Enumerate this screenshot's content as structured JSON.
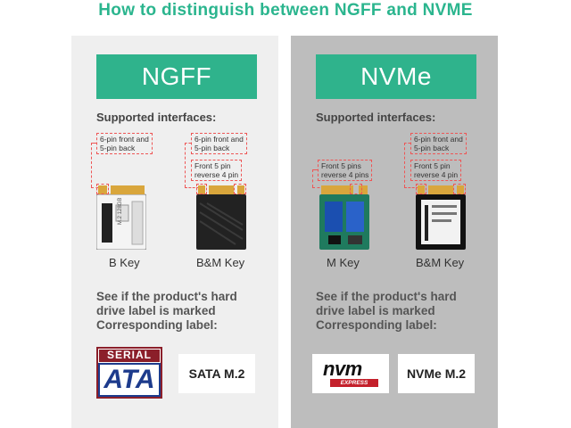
{
  "title": "How to distinguish between NGFF and NVME",
  "left": {
    "header": "NGFF",
    "supported": "Supported interfaces:",
    "note_b": "6-pin front and\n5-pin back",
    "note_bm_top": "6-pin front and\n5-pin back",
    "note_bm_bottom": "Front 5 pin\nreverse 4 pin",
    "key1": "B Key",
    "key2": "B&M Key",
    "card1_text": "M.2 128GB",
    "description": "See if the product's hard drive label is marked Corresponding label:",
    "logo1_top": "SERIAL",
    "logo1_bottom": "ATA",
    "logo2": "SATA M.2"
  },
  "right": {
    "header": "NVMe",
    "supported": "Supported interfaces:",
    "note_m": "Front 5 pins\nreverse 4 pins",
    "note_bm_top": "6-pin front and\n5-pin back",
    "note_bm_bottom": "Front 5 pin\nreverse 4 pin",
    "key1": "M Key",
    "key2": "B&M Key",
    "description": "See if the product's hard drive label is marked Corresponding label:",
    "logo1": "nvm",
    "logo1_sub": "EXPRESS",
    "logo2": "NVMe M.2"
  },
  "colors": {
    "accent": "#2fb38c",
    "title": "#2bb58e",
    "dashed": "#e55555",
    "left_panel": "#efefef",
    "right_panel": "#bdbdbd"
  }
}
